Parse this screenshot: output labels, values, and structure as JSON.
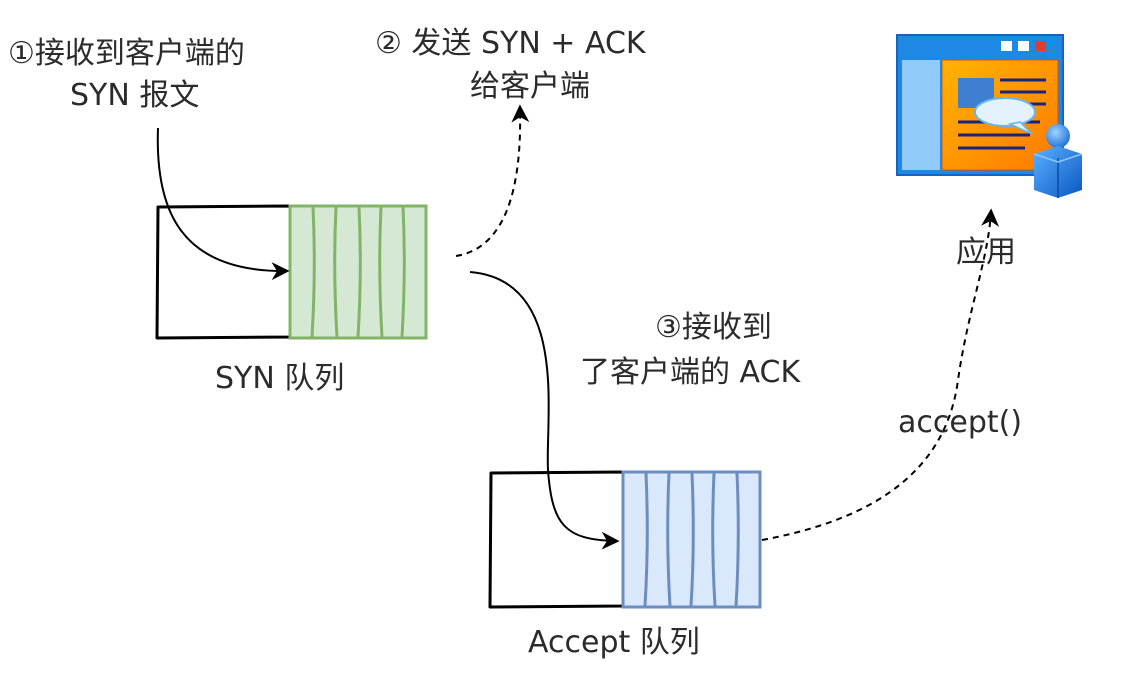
{
  "labels": {
    "step1_line1": "①接收到客户端的",
    "step1_line2": "SYN 报文",
    "step2_line1": "② 发送 SYN + ACK",
    "step2_line2": "给客户端",
    "step3_line1": "③接收到",
    "step3_line2": "了客户端的 ACK",
    "app_label": "应用",
    "accept_call": "accept()",
    "syn_queue": "SYN 队列",
    "accept_queue": "Accept 队列"
  },
  "colors": {
    "syn_fill": "#d5e8d4",
    "syn_stroke": "#82b366",
    "accept_fill": "#dae8fc",
    "accept_stroke": "#6c8ebf",
    "outline": "#000000",
    "text": "#2b2b2b"
  },
  "icons": {
    "application": "application-window-user-icon"
  }
}
